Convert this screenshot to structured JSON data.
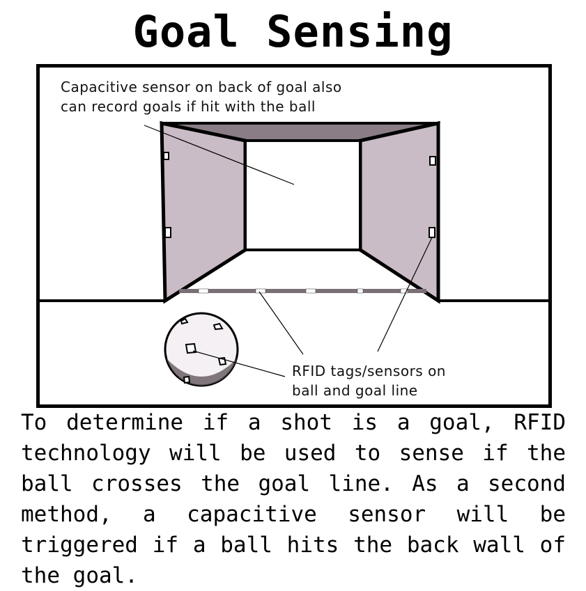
{
  "title": "Goal Sensing",
  "callouts": {
    "capacitive": {
      "line1": "Capacitive sensor on back of goal also",
      "line2": "can record goals if hit with the ball"
    },
    "rfid": {
      "line1": "RFID tags/sensors on",
      "line2": "ball and goal line"
    }
  },
  "description": "To determine if a shot is a goal, RFID technology will be used to sense if the ball crosses the goal line. As a second method, a capacitive sensor will be triggered if a ball hits the back wall of the goal.",
  "colors": {
    "ink": "#000000",
    "side_panel": "#c9bcc6",
    "top_panel": "#8a7d86",
    "goal_line": "#7a6f77",
    "ball_shadow": "#5a4f55"
  }
}
